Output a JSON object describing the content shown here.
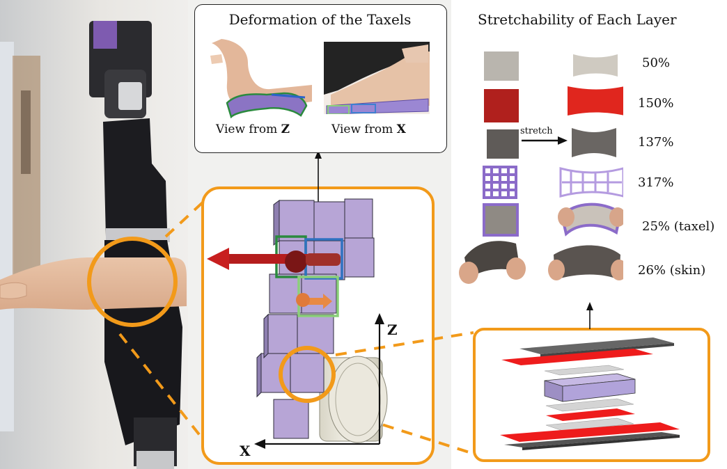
{
  "deformation_panel": {
    "title": "Deformation of the Taxels",
    "view_z": {
      "prefix": "View from ",
      "axis": "Z"
    },
    "view_x": {
      "prefix": "View from ",
      "axis": "X"
    }
  },
  "stretch_panel": {
    "title": "Stretchability of Each Layer",
    "arrow_label": "stretch",
    "rows": [
      {
        "percent": "50%"
      },
      {
        "percent": "150%"
      },
      {
        "percent": "137%"
      },
      {
        "percent": "317%"
      },
      {
        "percent": "25% (taxel)"
      },
      {
        "percent": "26% (skin)"
      }
    ]
  },
  "axes": {
    "z_label": "Z",
    "x_label": "X"
  },
  "colors": {
    "highlight_orange": "#f29a1a",
    "taxel_purple": "#b7a5d6",
    "layer_red": "#ee1c1c",
    "layer_gray": "#555555",
    "layer_light": "#d4d4d4"
  }
}
